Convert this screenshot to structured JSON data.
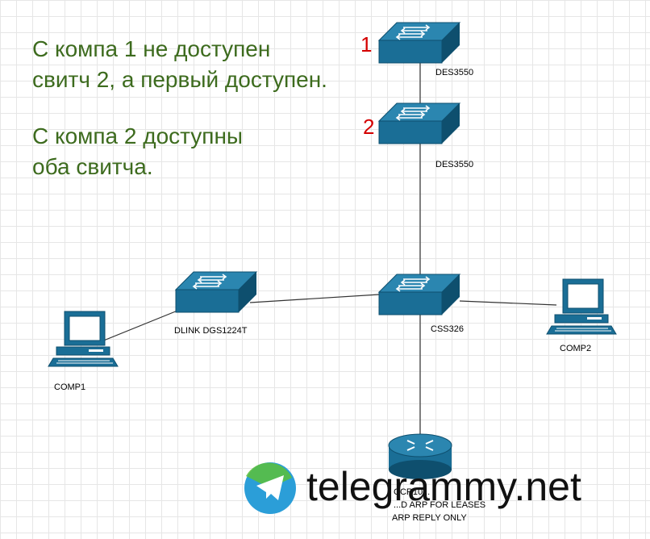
{
  "notes": {
    "line1": "С компа 1 не доступен",
    "line2": "свитч 2, а первый доступен.",
    "line3": "С компа 2 доступны",
    "line4": "оба свитча."
  },
  "markers": {
    "m1": "1",
    "m2": "2"
  },
  "devices": {
    "des_top": "DES3550",
    "des_mid": "DES3550",
    "dlink": "DLINK DGS1224T",
    "css": "CSS326",
    "comp1": "COMP1",
    "comp2": "COMP2",
    "router_line1": "CCR10...",
    "router_line2": "...D ARP FOR LEASES",
    "router_line3": "ARP REPLY ONLY"
  },
  "watermark": {
    "text": "telegrammy.net"
  },
  "colors": {
    "device": "#1a6e96",
    "device_dark": "#0e4f6e",
    "note_text": "#3d6b1e",
    "marker": "#d40000",
    "link": "#333333"
  }
}
